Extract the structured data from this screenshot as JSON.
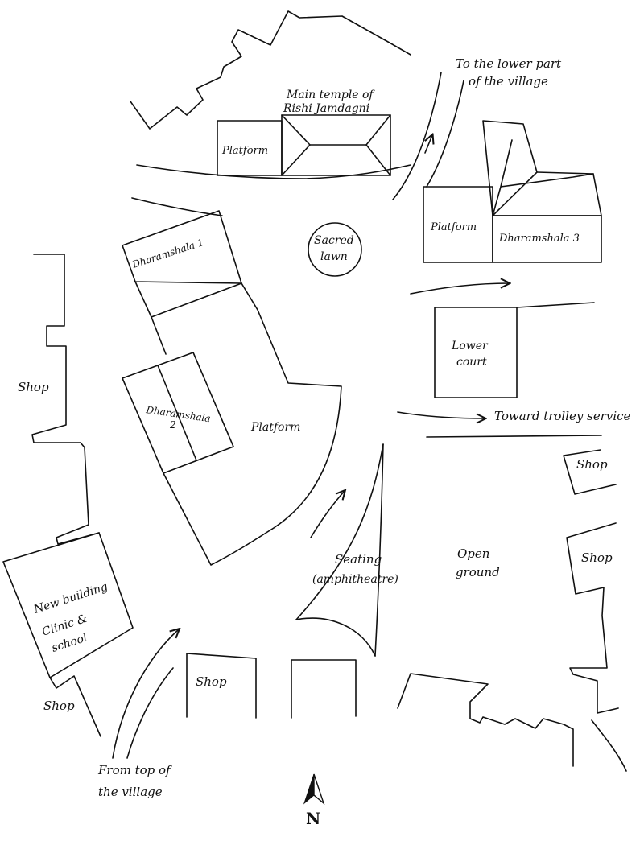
{
  "labels": {
    "main_temple_line1": "Main temple of",
    "main_temple_line2": "Rishi Jamdagni",
    "to_lower_line1": "To the lower part",
    "to_lower_line2": "of the village",
    "platform_top": "Platform",
    "sacred_lawn_line1": "Sacred",
    "sacred_lawn_line2": "lawn",
    "platform_right": "Platform",
    "dharamshala_3": "Dharamshala 3",
    "dharamshala_1": "Dharamshala 1",
    "lower_court_line1": "Lower",
    "lower_court_line2": "court",
    "shop_left": "Shop",
    "dharamshala_2_line1": "Dharamshala",
    "dharamshala_2_line2": "2",
    "platform_center": "Platform",
    "toward_trolley": "Toward trolley service",
    "shop_right_upper": "Shop",
    "open_ground_line1": "Open",
    "open_ground_line2": "ground",
    "shop_right_lower": "Shop",
    "seating_line1": "Seating",
    "seating_line2": "(amphitheatre)",
    "new_building_line1": "New building",
    "new_building_line2": "Clinic &",
    "new_building_line3": "school",
    "shop_bottom": "Shop",
    "shop_bottom_left": "Shop",
    "from_top_line1": "From top of",
    "from_top_line2": "the village",
    "north": "N"
  },
  "icons": {
    "north_arrow": "north-arrow-icon",
    "direction_arrows": "arrow-icon"
  }
}
